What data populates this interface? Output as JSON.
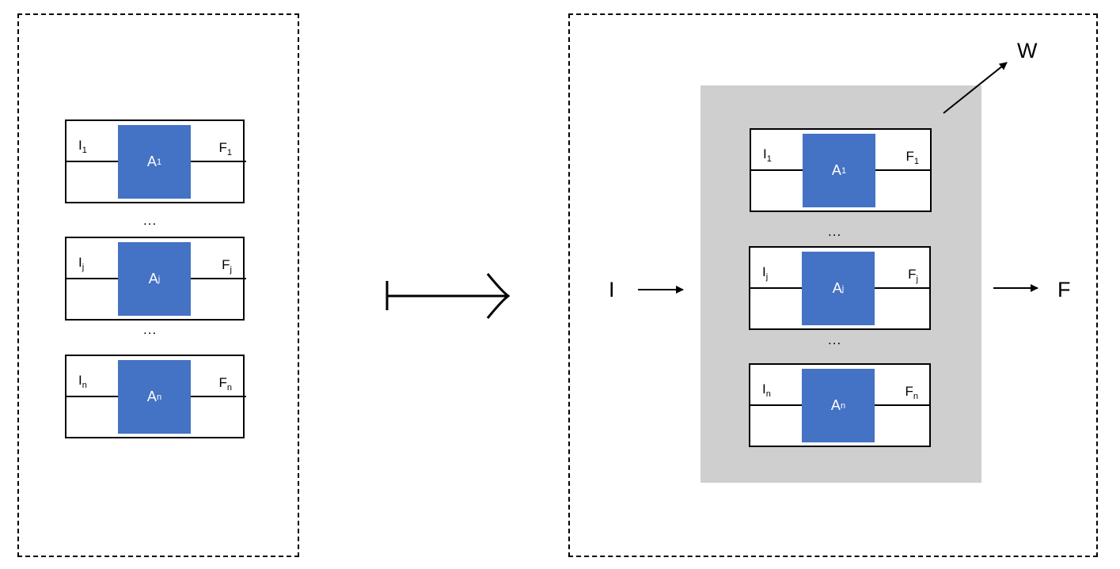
{
  "left": {
    "blocks": [
      {
        "in_base": "I",
        "in_sub": "1",
        "agent_base": "A",
        "agent_sub": "1",
        "out_base": "F",
        "out_sub": "1"
      },
      {
        "in_base": "I",
        "in_sub": "j",
        "agent_base": "A",
        "agent_sub": "j",
        "out_base": "F",
        "out_sub": "j"
      },
      {
        "in_base": "I",
        "in_sub": "n",
        "agent_base": "A",
        "agent_sub": "n",
        "out_base": "F",
        "out_sub": "n"
      }
    ],
    "ellipsis": "..."
  },
  "right": {
    "blocks": [
      {
        "in_base": "I",
        "in_sub": "1",
        "agent_base": "A",
        "agent_sub": "1",
        "out_base": "F",
        "out_sub": "1"
      },
      {
        "in_base": "I",
        "in_sub": "j",
        "agent_base": "A",
        "agent_sub": "j",
        "out_base": "F",
        "out_sub": "j"
      },
      {
        "in_base": "I",
        "in_sub": "n",
        "agent_base": "A",
        "agent_sub": "n",
        "out_base": "F",
        "out_sub": "n"
      }
    ],
    "ellipsis": "...",
    "input_label": "I",
    "output_label": "F",
    "wrapper_label": "W"
  },
  "colors": {
    "agent_fill": "#4472c4",
    "group_shade": "#d0cfd0"
  }
}
